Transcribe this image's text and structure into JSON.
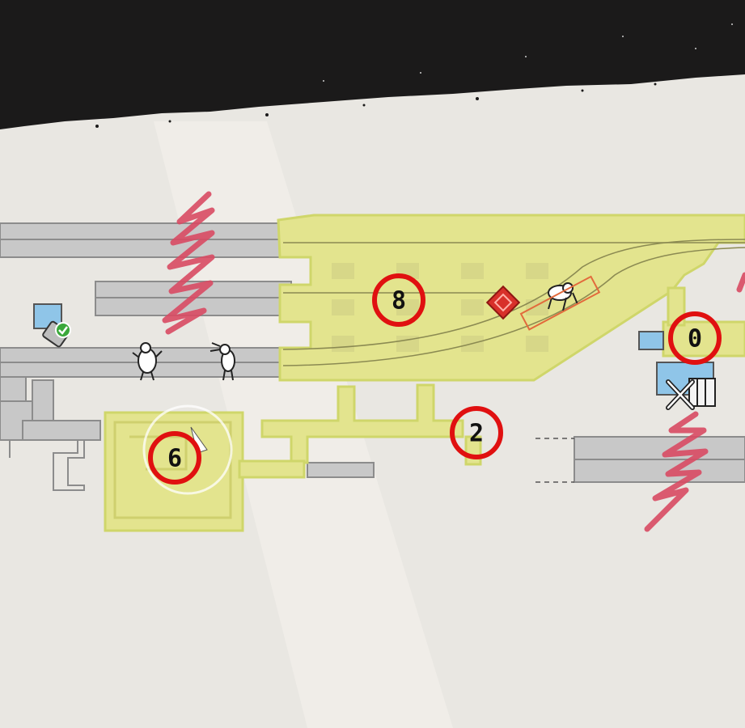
{
  "map": {
    "paper_color": "#e9e7e2",
    "ink_color": "#1b1a1a",
    "corridor_color": "#c8c8c8",
    "corridor_stroke": "#8c8c8c",
    "room_fill": "#e3e48e",
    "room_stroke": "#cfd66a",
    "scribble_color": "#d84a63",
    "marker_ring_color": "#e01010"
  },
  "markers": [
    {
      "id": "room-8",
      "label": "8",
      "icon": "numbered-room-marker"
    },
    {
      "id": "room-6",
      "label": "6",
      "icon": "numbered-room-marker"
    },
    {
      "id": "room-2",
      "label": "2",
      "icon": "numbered-room-marker"
    },
    {
      "id": "room-0",
      "label": "0",
      "icon": "numbered-room-marker"
    }
  ],
  "icons": [
    "red-diamond-objective-icon",
    "enemy-creature-icon",
    "player-figure-icon",
    "save-station-checkmark-icon",
    "workshop-tools-icon",
    "player-position-arrow-icon"
  ]
}
